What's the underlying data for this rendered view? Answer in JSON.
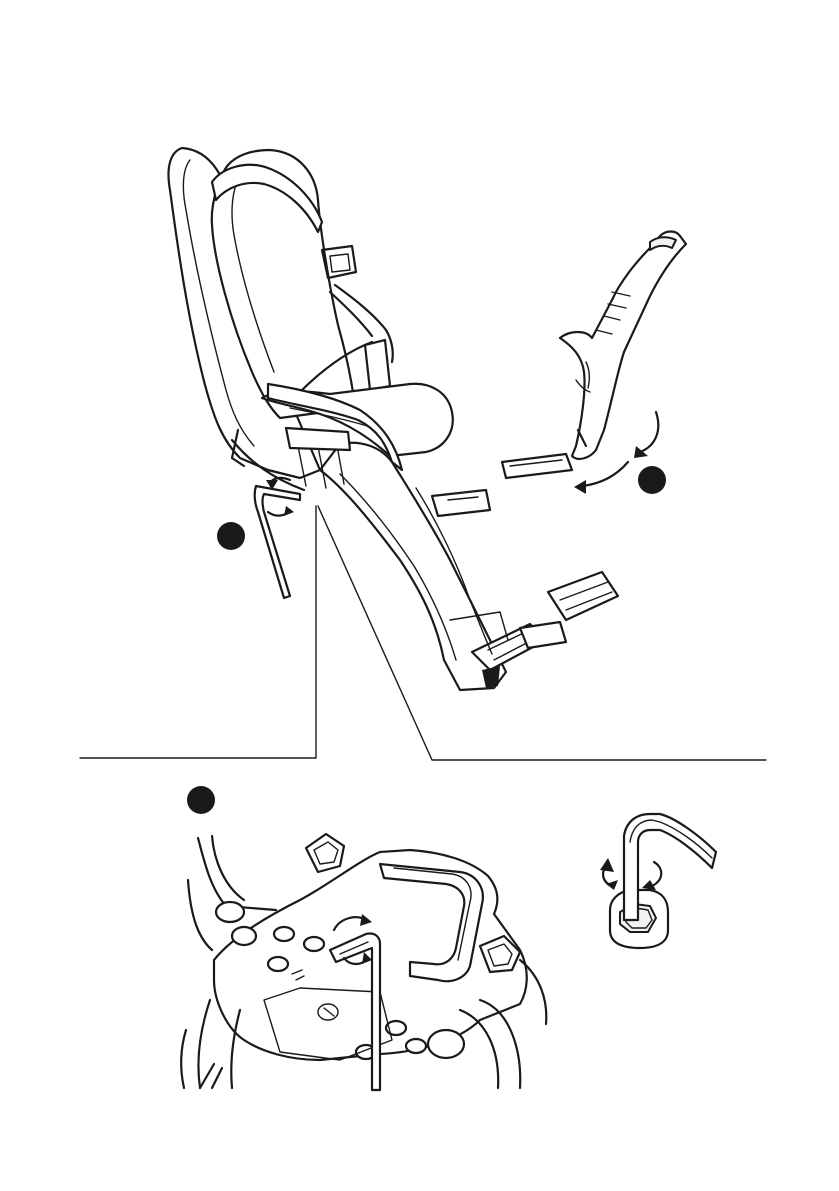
{
  "figure": {
    "steps": [
      {
        "id": "a",
        "label": ""
      },
      {
        "id": "b",
        "label": ""
      },
      {
        "id": "c",
        "label": ""
      }
    ],
    "icons": {
      "seat": "child-bike-seat-icon",
      "bracket": "mounting-bracket-icon",
      "hex_key": "hex-key-icon",
      "rotate": "rotate-arrow-icon"
    },
    "colors": {
      "line": "#1a1a1a",
      "fill": "#ffffff",
      "shade": "#f2f2f2"
    }
  }
}
